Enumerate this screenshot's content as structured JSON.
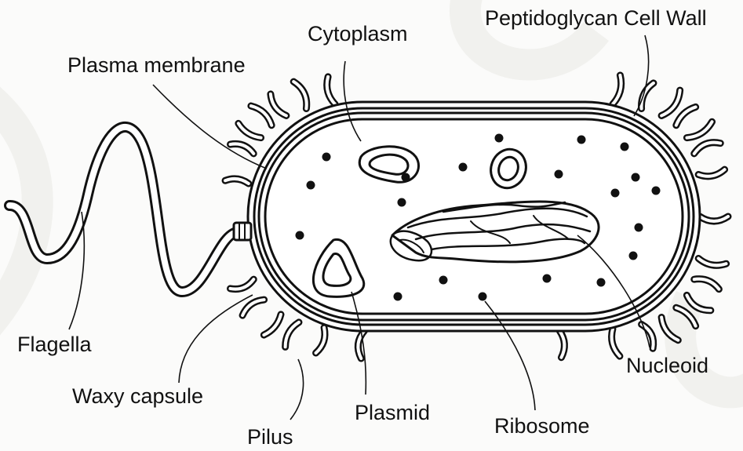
{
  "labels": {
    "cytoplasm": "Cytoplasm",
    "cell_wall": "Peptidoglycan Cell Wall",
    "plasma_membrane": "Plasma membrane",
    "flagella": "Flagella",
    "waxy_capsule": "Waxy capsule",
    "pilus": "Pilus",
    "plasmid": "Plasmid",
    "ribosome": "Ribosome",
    "nucleoid": "Nucleoid"
  }
}
